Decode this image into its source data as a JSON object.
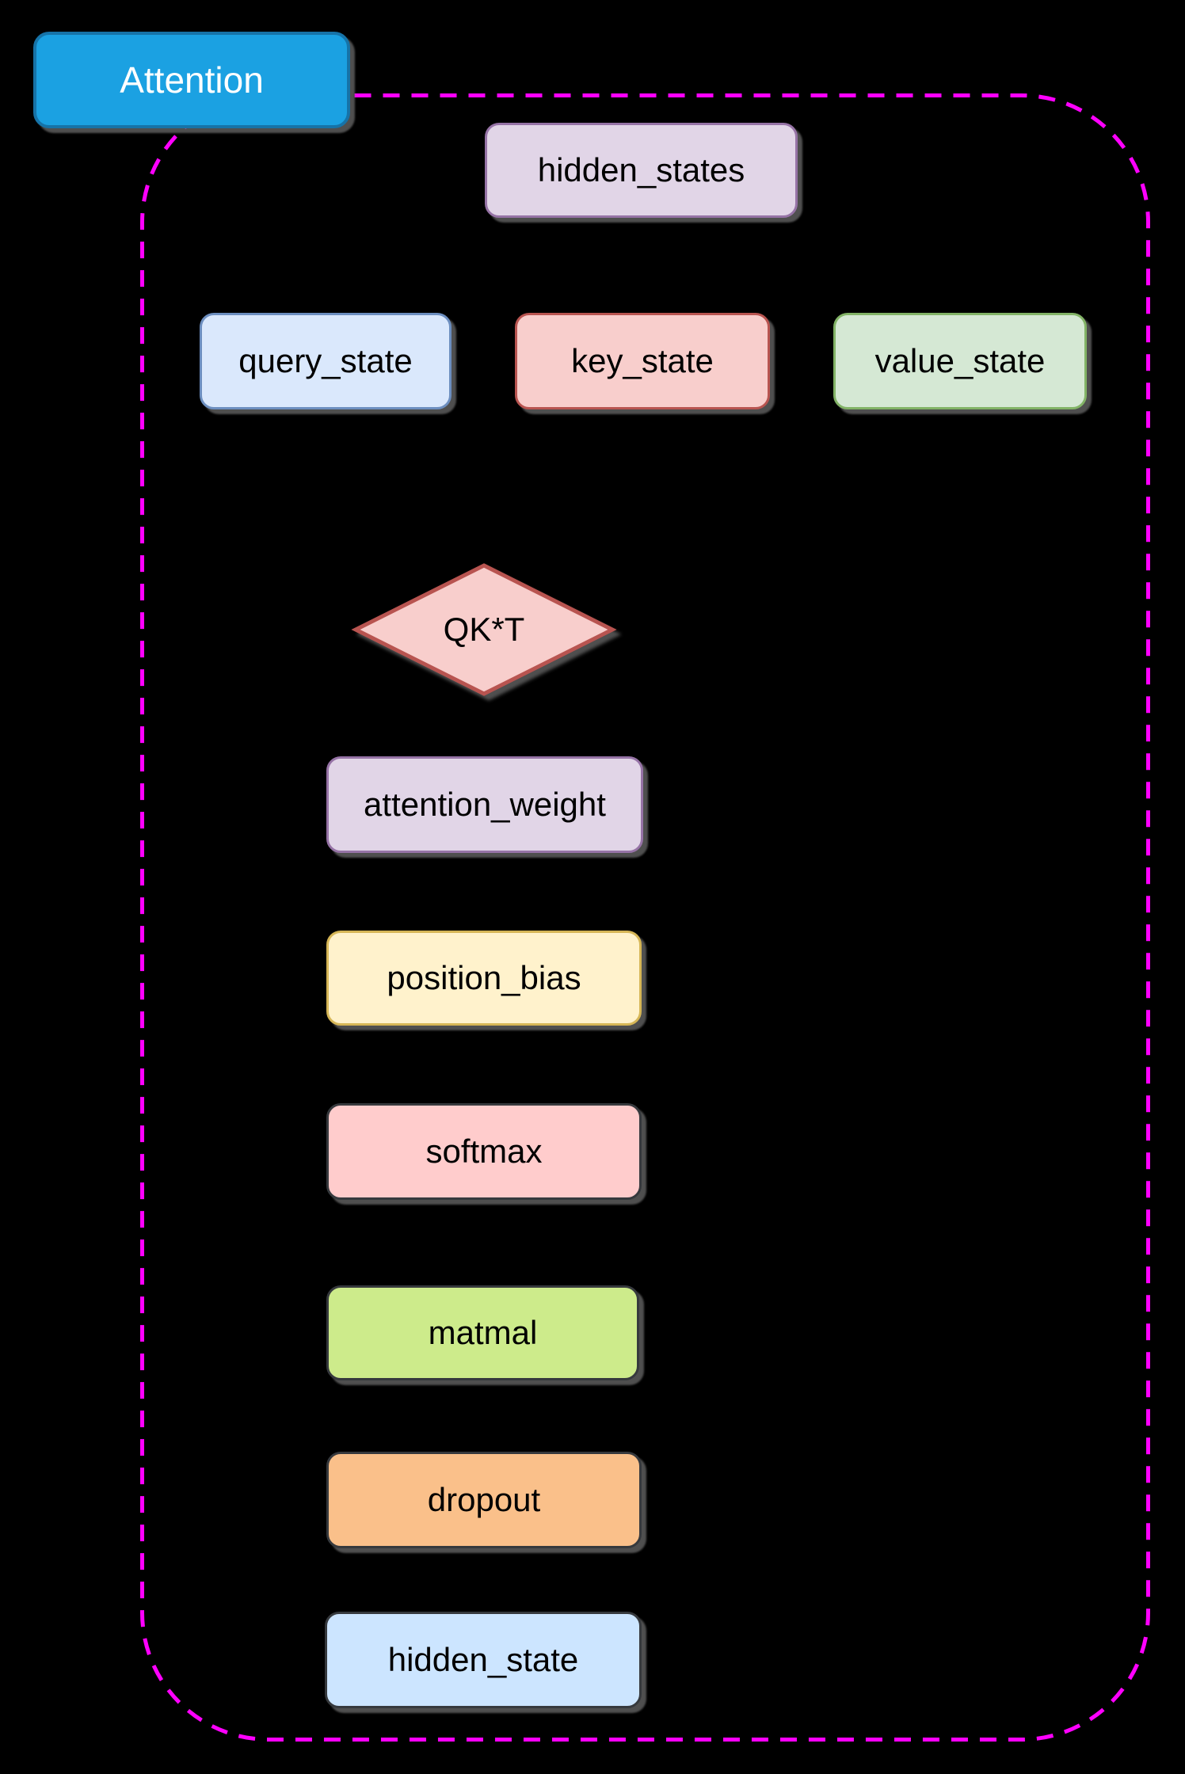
{
  "diagram": {
    "title": {
      "label": "Attention",
      "fill": "#1BA1E2",
      "stroke": "#1673A8",
      "text_color": "#FFFFFF"
    },
    "container": {
      "border_color": "#FF00FF",
      "border_style": "dashed",
      "background": "#000000"
    },
    "nodes": [
      {
        "id": "hidden_states",
        "label": "hidden_states",
        "shape": "rect",
        "fill": "#E1D5E7",
        "stroke": "#9673A6"
      },
      {
        "id": "query_state",
        "label": "query_state",
        "shape": "rect",
        "fill": "#DAE8FC",
        "stroke": "#6C8EBF"
      },
      {
        "id": "key_state",
        "label": "key_state",
        "shape": "rect",
        "fill": "#F8CECC",
        "stroke": "#B85450"
      },
      {
        "id": "value_state",
        "label": "value_state",
        "shape": "rect",
        "fill": "#D5E8D4",
        "stroke": "#82B366"
      },
      {
        "id": "qkt",
        "label": "QK*T",
        "shape": "diamond",
        "fill": "#F8CECC",
        "stroke": "#B85450"
      },
      {
        "id": "attention_weight",
        "label": "attention_weight",
        "shape": "rect",
        "fill": "#E1D5E7",
        "stroke": "#9673A6"
      },
      {
        "id": "position_bias",
        "label": "position_bias",
        "shape": "rect",
        "fill": "#FFF2CC",
        "stroke": "#D6B656"
      },
      {
        "id": "softmax",
        "label": "softmax",
        "shape": "rect",
        "fill": "#FFCCCC",
        "stroke": "#36393D"
      },
      {
        "id": "matmal",
        "label": "matmal",
        "shape": "rect",
        "fill": "#CDEB8B",
        "stroke": "#36393D"
      },
      {
        "id": "dropout",
        "label": "dropout",
        "shape": "rect",
        "fill": "#FAC08A",
        "stroke": "#36393D"
      },
      {
        "id": "hidden_state",
        "label": "hidden_state",
        "shape": "rect",
        "fill": "#CCE5FF",
        "stroke": "#36393D"
      }
    ]
  }
}
